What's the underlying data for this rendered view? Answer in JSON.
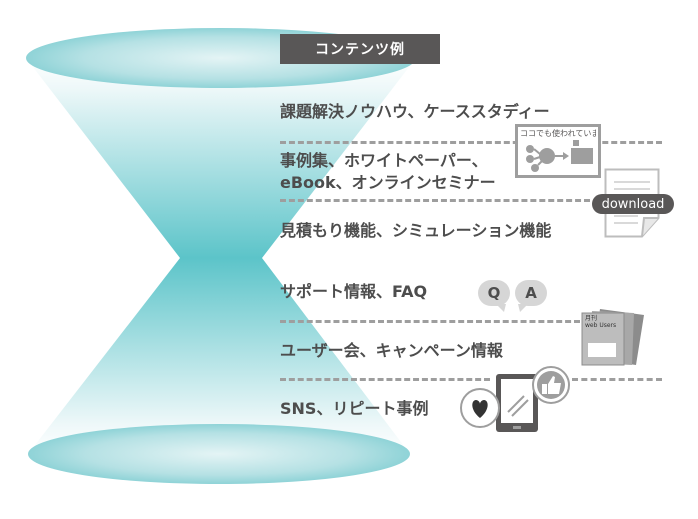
{
  "header": {
    "label": "コンテンツ例"
  },
  "rows": [
    {
      "line1": "課題解決ノウハウ、ケーススタディー"
    },
    {
      "line1": "事例集、ホワイトペーパー、",
      "line2": "eBook、オンラインセミナー"
    },
    {
      "line1": "見積もり機能、シミュレーション機能"
    },
    {
      "line1": "サポート情報、FAQ"
    },
    {
      "line1": "ユーザー会、キャンペーン情報"
    },
    {
      "line1": "SNS、リピート事例"
    }
  ],
  "icons": {
    "case_card_label": "ココでも使われています",
    "download_label": "download",
    "faq_q": "Q",
    "faq_a": "A",
    "magazine_label_small": "月刊",
    "magazine_label": "web Users",
    "heart_icon": "heart-icon",
    "thumbs_up_icon": "thumbs-up-icon",
    "tablet_icon": "tablet-icon"
  },
  "colors": {
    "teal": "#5cc4c9",
    "header_bg": "#595757",
    "text": "#4d4d4d",
    "dash": "#9e9e9e"
  }
}
